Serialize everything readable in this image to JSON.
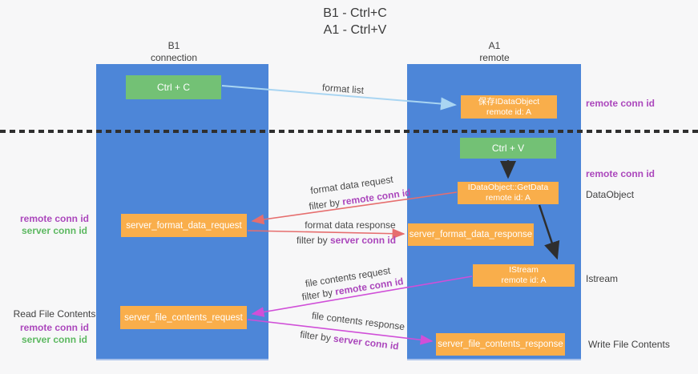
{
  "title": {
    "line1": "B1 - Ctrl+C",
    "line2": "A1 - Ctrl+V"
  },
  "columns": {
    "b1": {
      "name": "B1",
      "role": "connection"
    },
    "a1": {
      "name": "A1",
      "role": "remote"
    }
  },
  "boxes": {
    "ctrl_c": {
      "label": "Ctrl + C"
    },
    "save_dataobject": {
      "label": "保存IDataObject",
      "sub": "remote id: A"
    },
    "ctrl_v": {
      "label": "Ctrl + V"
    },
    "getdata": {
      "label": "IDataObject::GetData",
      "sub": "remote id: A"
    },
    "format_request": {
      "label": "server_format_data_request"
    },
    "format_response": {
      "label": "server_format_data_response"
    },
    "istream": {
      "label": "IStream",
      "sub": "remote id: A"
    },
    "file_request": {
      "label": "server_file_contents_request"
    },
    "file_response": {
      "label": "server_file_contents_response"
    }
  },
  "annotations": {
    "right_remote_conn_id_1": "remote conn id",
    "right_remote_conn_id_2": "remote conn id",
    "dataobject": "DataObject",
    "istream": "Istream",
    "write_file_contents": "Write File Contents",
    "left_format": {
      "remote": "remote conn id",
      "server": "server conn id"
    },
    "left_file": {
      "title": "Read File Contents",
      "remote": "remote conn id",
      "server": "server conn id"
    }
  },
  "arrow_labels": {
    "format_list": "format list",
    "format_data_request": "format data request",
    "format_data_request_filter_prefix": "filter by ",
    "format_data_request_filter_key": "remote conn id",
    "format_data_response": "format data response",
    "format_data_response_filter_prefix": "filter by ",
    "format_data_response_filter_key": "server conn id",
    "file_contents_request": "file contents request",
    "file_contents_request_filter_prefix": "filter by ",
    "file_contents_request_filter_key": "remote conn id",
    "file_contents_response": "file contents response",
    "file_contents_response_filter_prefix": "filter by ",
    "file_contents_response_filter_key": "server conn id"
  },
  "colors": {
    "column_blue": "#4d86d8",
    "box_orange": "#f9ae4b",
    "box_green": "#73c175",
    "text_purple": "#ab47bc",
    "text_green": "#5cb860",
    "arrow_red": "#e66e6e",
    "arrow_magenta": "#d04fd8",
    "arrow_light_blue": "#a9d5f2",
    "arrow_black": "#2e2e2e"
  }
}
